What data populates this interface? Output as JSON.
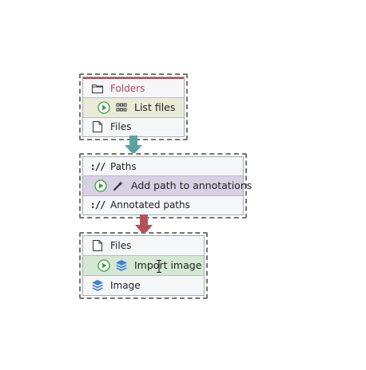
{
  "colors": {
    "group_border": "#707868",
    "node_bg": "#f4f6f8",
    "op_list_files": "#e9ead8",
    "op_add_path": "#d8d0e4",
    "op_import_image": "#d4e8d4",
    "folders_accent": "#b04a5a",
    "arrow_teal": "#5ba3a3",
    "arrow_red": "#b4525a",
    "play_green": "#3fa040"
  },
  "nodes": [
    {
      "input": {
        "label": "Folders",
        "icon": "folder-icon"
      },
      "operation": {
        "label": "List files",
        "icon": "grid-icon"
      },
      "output": {
        "label": "Files",
        "icon": "file-icon"
      }
    },
    {
      "input": {
        "label": "Paths",
        "icon": "paths-icon",
        "glyph": "://"
      },
      "operation": {
        "label": "Add path to annotations",
        "icon": "wand-icon"
      },
      "output": {
        "label": "Annotated paths",
        "icon": "paths-icon",
        "glyph": "://"
      }
    },
    {
      "input": {
        "label": "Files",
        "icon": "file-icon"
      },
      "operation": {
        "label": "Import image",
        "icon": "layers-icon"
      },
      "output": {
        "label": "Image",
        "icon": "layers-icon"
      }
    }
  ]
}
